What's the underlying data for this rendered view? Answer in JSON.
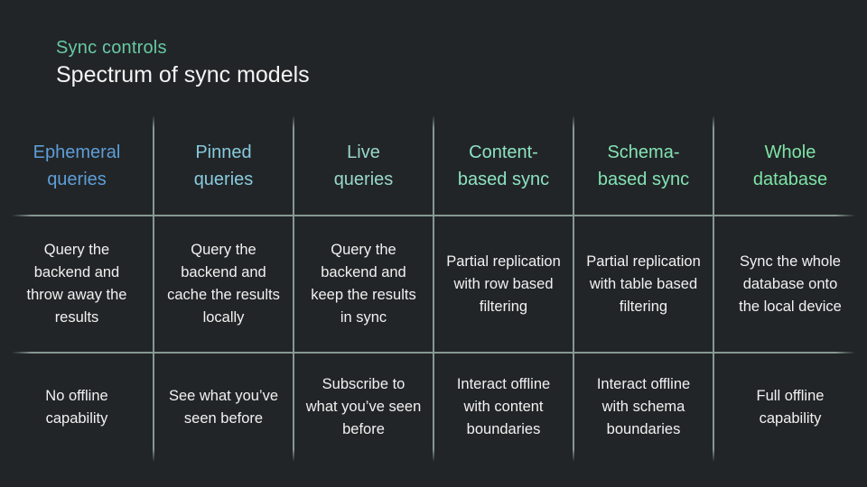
{
  "header": {
    "kicker": "Sync controls",
    "kicker_color": "#67c9a3",
    "title": "Spectrum of sync models"
  },
  "theme": {
    "background": "#222527",
    "body_text_color": "#f1f1f1",
    "grid_line_color": "#8b9e99"
  },
  "table": {
    "columns": [
      {
        "id": "ephemeral-queries",
        "header": "Ephemeral\nqueries",
        "header_color": "#5d9ed9",
        "description": "Query the\nbackend and\nthrow away the\nresults",
        "offline_capability": "No offline\ncapability"
      },
      {
        "id": "pinned-queries",
        "header": "Pinned\nqueries",
        "header_color": "#87cade",
        "description": "Query the\nbackend and\ncache the results\nlocally",
        "offline_capability": "See what you’ve\nseen before"
      },
      {
        "id": "live-queries",
        "header": "Live\nqueries",
        "header_color": "#97d7cd",
        "description": "Query the\nbackend and\nkeep the results\nin sync",
        "offline_capability": "Subscribe to\nwhat you’ve seen\nbefore"
      },
      {
        "id": "content-based-sync",
        "header": "Content-\nbased sync",
        "header_color": "#8ce2c2",
        "description": "Partial replication\nwith row based\nfiltering",
        "offline_capability": "Interact offline\nwith content\nboundaries"
      },
      {
        "id": "schema-based-sync",
        "header": "Schema-\nbased sync",
        "header_color": "#83e3b5",
        "description": "Partial replication\nwith table based\nfiltering",
        "offline_capability": "Interact offline\nwith schema\nboundaries"
      },
      {
        "id": "whole-database",
        "header": "Whole\ndatabase",
        "header_color": "#7de4a7",
        "description": "Sync the whole\ndatabase onto\nthe local device",
        "offline_capability": "Full offline\ncapability"
      }
    ]
  }
}
